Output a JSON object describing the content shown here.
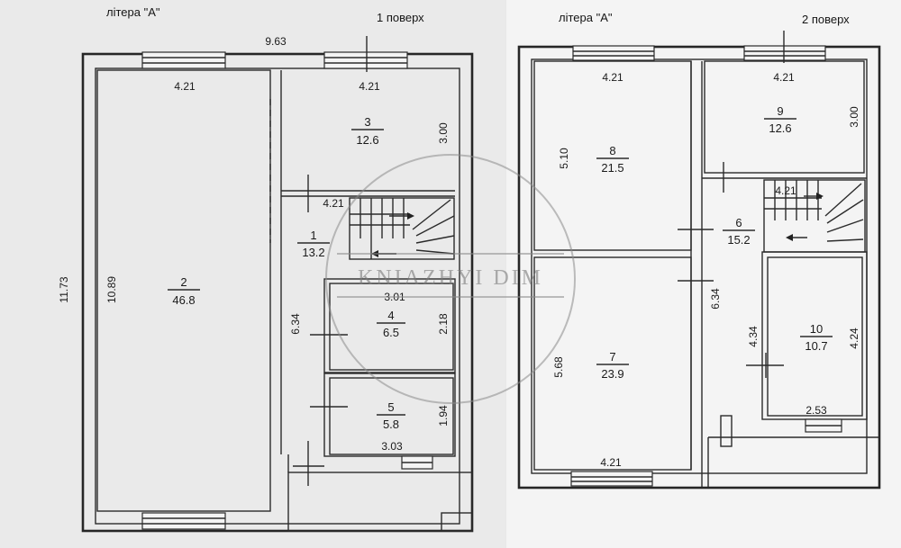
{
  "plans": [
    {
      "litera": "літера \"А\"",
      "floor": "1 поверх",
      "dims": {
        "top_width": "9.63",
        "left_height": "11.73",
        "room2_height": "10.89",
        "room2_width": "4.21",
        "room3_width": "4.21",
        "room3_height": "3.00",
        "stair_width": "4.21",
        "room4_width": "3.01",
        "room4_height": "2.18",
        "hall_height": "6.34",
        "room5_height": "1.94",
        "room5_width": "3.03"
      },
      "rooms": [
        {
          "num": "2",
          "area": "46.8"
        },
        {
          "num": "3",
          "area": "12.6"
        },
        {
          "num": "1",
          "area": "13.2"
        },
        {
          "num": "4",
          "area": "6.5"
        },
        {
          "num": "5",
          "area": "5.8"
        }
      ]
    },
    {
      "litera": "літера \"А\"",
      "floor": "2 поверх",
      "dims": {
        "room8_width": "4.21",
        "room8_height": "5.10",
        "room9_width": "4.21",
        "room9_height": "3.00",
        "stair_width": "4.21",
        "hall_height": "6.34",
        "room7_height": "5.68",
        "room7_width": "4.21",
        "room10_left": "4.34",
        "room10_right": "4.24",
        "room10_width": "2.53"
      },
      "rooms": [
        {
          "num": "8",
          "area": "21.5"
        },
        {
          "num": "9",
          "area": "12.6"
        },
        {
          "num": "6",
          "area": "15.2"
        },
        {
          "num": "7",
          "area": "23.9"
        },
        {
          "num": "10",
          "area": "10.7"
        }
      ]
    }
  ],
  "watermark": "KNIAZHYI DIM"
}
